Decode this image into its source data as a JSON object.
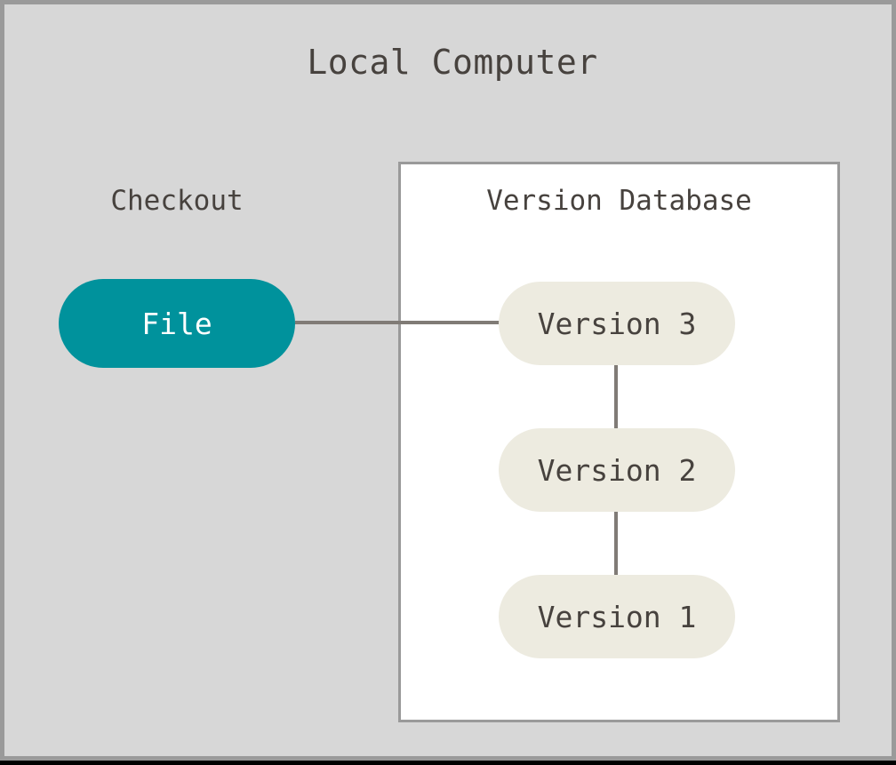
{
  "diagram": {
    "title": "Local Computer",
    "background_color": "#d7d7d7",
    "frame_border_color": "#9a9a9a",
    "text_color": "#47423e"
  },
  "checkout": {
    "label": "Checkout",
    "file_node_label": "File",
    "file_node_color": "#00929c",
    "file_node_text_color": "#ffffff"
  },
  "version_database": {
    "title": "Version Database",
    "panel_background": "#ffffff",
    "panel_border_color": "#9a9a9a",
    "node_color": "#edebe0",
    "versions": [
      {
        "label": "Version 3"
      },
      {
        "label": "Version 2"
      },
      {
        "label": "Version 1"
      }
    ]
  },
  "connectors": {
    "color": "#807b76",
    "file_to_version3": "File — Version 3",
    "version3_to_version2": "Version 3 — Version 2",
    "version2_to_version1": "Version 2 — Version 1"
  }
}
